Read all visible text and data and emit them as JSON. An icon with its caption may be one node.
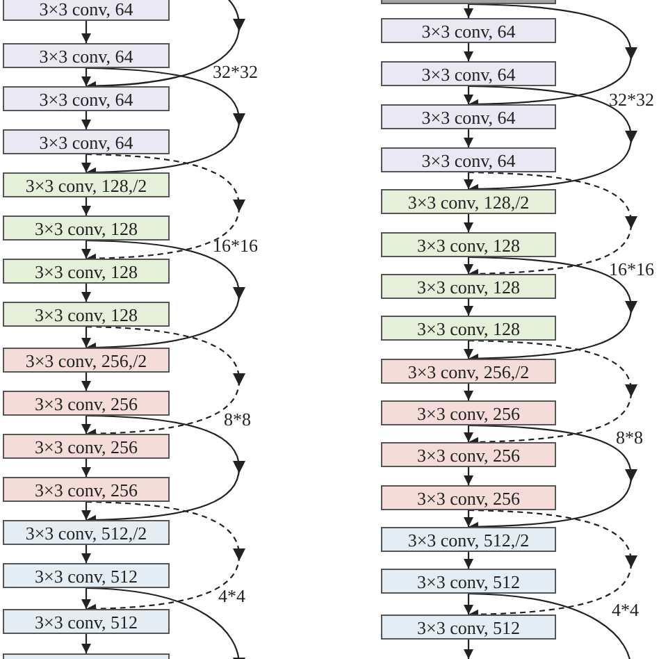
{
  "diagram": {
    "nodes": [
      {
        "text": [
          "3×3 conv, 64"
        ]
      },
      {
        "text": [
          "3×3 conv, 64"
        ]
      },
      {
        "text": [
          "3×3 conv, 64"
        ]
      },
      {
        "text": [
          "3×3 conv, 64"
        ]
      },
      {
        "text": [
          "3×3 conv, 128,/2"
        ]
      },
      {
        "text": [
          "3×3 conv, 128"
        ]
      },
      {
        "text": [
          "3×3 conv, 128"
        ]
      },
      {
        "text": [
          "3×3 conv, 128"
        ]
      },
      {
        "text": [
          "3×3 conv, 256,/2"
        ]
      },
      {
        "text": [
          "3×3 conv, 256"
        ]
      },
      {
        "text": [
          "3×3 conv, 256"
        ]
      },
      {
        "text": [
          "3×3 conv, 256"
        ]
      },
      {
        "text": [
          "3×3 conv, 512,/2"
        ]
      },
      {
        "text": [
          "3×3 conv, 512"
        ]
      },
      {
        "text": [
          "3×3 conv, 512"
        ]
      },
      {
        "text": [],
        "shape": "box"
      },
      {
        "text": [],
        "shape": "box"
      },
      {
        "text": [
          "3×3 conv, 64"
        ]
      },
      {
        "text": [
          "3×3 conv, 64"
        ]
      },
      {
        "text": [
          "3×3 conv, 64"
        ]
      },
      {
        "text": [
          "3×3 conv, 64"
        ]
      },
      {
        "text": [
          "3×3 conv, 128,/2"
        ]
      },
      {
        "text": [
          "3×3 conv, 128"
        ]
      },
      {
        "text": [
          "3×3 conv, 128"
        ]
      },
      {
        "text": [
          "3×3 conv, 128"
        ]
      },
      {
        "text": [
          "3×3 conv, 256,/2"
        ]
      },
      {
        "text": [
          "3×3 conv, 256"
        ]
      },
      {
        "text": [
          "3×3 conv, 256"
        ]
      },
      {
        "text": [
          "3×3 conv, 256"
        ]
      },
      {
        "text": [
          "3×3 conv, 512,/2"
        ]
      },
      {
        "text": [
          "3×3 conv, 512"
        ]
      },
      {
        "text": [
          "3×3 conv, 512"
        ]
      }
    ],
    "edges": [
      {
        "from": 0,
        "to": 1,
        "arrow": "to"
      },
      {
        "from": 1,
        "to": 2,
        "arrow": "to"
      },
      {
        "from": 2,
        "to": 3,
        "arrow": "to"
      },
      {
        "from": 3,
        "to": 4,
        "arrow": "to"
      },
      {
        "from": 4,
        "to": 5,
        "arrow": "to"
      },
      {
        "from": 5,
        "to": 6,
        "arrow": "to"
      },
      {
        "from": 6,
        "to": 7,
        "arrow": "to"
      },
      {
        "from": 7,
        "to": 8,
        "arrow": "to"
      },
      {
        "from": 8,
        "to": 9,
        "arrow": "to"
      },
      {
        "from": 9,
        "to": 10,
        "arrow": "to"
      },
      {
        "from": 10,
        "to": 11,
        "arrow": "to"
      },
      {
        "from": 11,
        "to": 12,
        "arrow": "to"
      },
      {
        "from": 12,
        "to": 13,
        "arrow": "to"
      },
      {
        "from": 13,
        "to": 14,
        "arrow": "to"
      },
      {
        "from": 14,
        "to": 15,
        "arrow": "to"
      },
      {
        "from": 16,
        "to": 17,
        "arrow": "to"
      },
      {
        "from": 17,
        "to": 18,
        "arrow": "to"
      },
      {
        "from": 18,
        "to": 19,
        "arrow": "to"
      },
      {
        "from": 19,
        "to": 20,
        "arrow": "to"
      },
      {
        "from": 20,
        "to": 21,
        "arrow": "to"
      },
      {
        "from": 21,
        "to": 22,
        "arrow": "to"
      },
      {
        "from": 22,
        "to": 23,
        "arrow": "to"
      },
      {
        "from": 23,
        "to": 24,
        "arrow": "to"
      },
      {
        "from": 24,
        "to": 25,
        "arrow": "to"
      },
      {
        "from": 25,
        "to": 26,
        "arrow": "to"
      },
      {
        "from": 26,
        "to": 27,
        "arrow": "to"
      },
      {
        "from": 27,
        "to": 28,
        "arrow": "to"
      },
      {
        "from": 28,
        "to": 29,
        "arrow": "to"
      },
      {
        "from": 29,
        "to": 30,
        "arrow": "to"
      },
      {
        "from": 30,
        "to": 31,
        "arrow": "to"
      },
      {
        "from": 31,
        "to": null,
        "arrow": "to"
      },
      {
        "from": null,
        "to": 2,
        "arrow": "to"
      },
      {
        "from": 1,
        "to": 4,
        "arrow": "to"
      },
      {
        "from": 3,
        "to": 6,
        "arrow": "to",
        "style": "dashed"
      },
      {
        "from": 5,
        "to": 8,
        "arrow": "to"
      },
      {
        "from": 7,
        "to": 10,
        "arrow": "to",
        "style": "dashed"
      },
      {
        "from": 9,
        "to": 12,
        "arrow": "to"
      },
      {
        "from": 11,
        "to": 14,
        "arrow": "to",
        "style": "dashed"
      },
      {
        "from": 13,
        "to": null,
        "arrow": "to"
      },
      {
        "from": 16,
        "to": 19,
        "arrow": "to"
      },
      {
        "from": 18,
        "to": 21,
        "arrow": "to"
      },
      {
        "from": 20,
        "to": 23,
        "arrow": "to",
        "style": "dashed"
      },
      {
        "from": 22,
        "to": 25,
        "arrow": "to"
      },
      {
        "from": 24,
        "to": 27,
        "arrow": "to",
        "style": "dashed"
      },
      {
        "from": 26,
        "to": 29,
        "arrow": "to"
      },
      {
        "from": 28,
        "to": 31,
        "arrow": "to",
        "style": "dashed"
      },
      {
        "from": 30,
        "to": null,
        "arrow": "to"
      }
    ],
    "labels": [
      "32*32",
      "32*32",
      "16*16",
      "16*16",
      "8*8",
      "8*8",
      "4*4",
      "4*4"
    ]
  }
}
